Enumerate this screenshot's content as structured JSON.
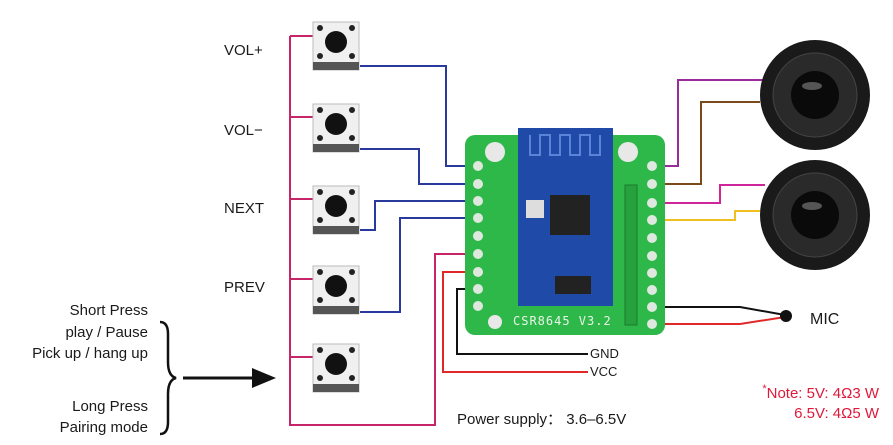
{
  "diagram": {
    "title": "CSR8645 Bluetooth audio module wiring",
    "board_label": "CSR8645 V3.2",
    "buttons": [
      {
        "label": "VOL+"
      },
      {
        "label": "VOL−"
      },
      {
        "label": "NEXT"
      },
      {
        "label": "PREV"
      },
      {
        "label": ""
      }
    ],
    "multifunction_button": {
      "short_press_title": "Short Press",
      "short_press_line1": "play / Pause",
      "short_press_line2": "Pick up / hang up",
      "long_press_title": "Long Press",
      "long_press_line1": "Pairing mode"
    },
    "power": {
      "gnd_label": "GND",
      "vcc_label": "VCC",
      "supply_text": "Power supply： 3.6–6.5V"
    },
    "mic_label": "MIC",
    "note": {
      "asterisk": "*",
      "line1": "Note: 5V: 4Ω3 W",
      "line2": "6.5V: 4Ω5 W"
    },
    "colors": {
      "button_common_wire": "#c8246a",
      "button_signal_wire": "#2a3a9c",
      "vcc_wire": "#e02828",
      "gnd_wire": "#111111",
      "speaker_wire_1": "#9b2a9b",
      "speaker_wire_2": "#7a4a1a",
      "speaker_wire_3": "#d0259a",
      "speaker_wire_4": "#f0c020",
      "pcb_green": "#2fb84a",
      "module_blue": "#1f4aa8",
      "note_red": "#e0193a"
    }
  }
}
